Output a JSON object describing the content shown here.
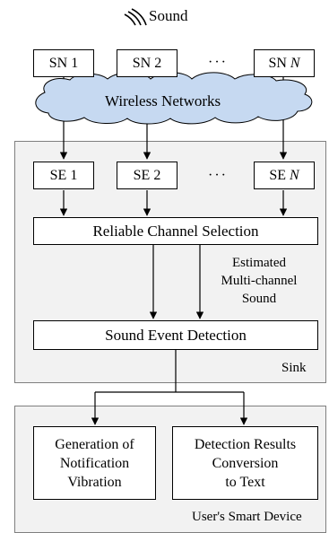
{
  "source_label": "Sound",
  "sensor_nodes": [
    "SN 1",
    "SN 2",
    "SN N"
  ],
  "ellipsis": "···",
  "network_label": "Wireless Networks",
  "sink": {
    "label": "Sink",
    "estimators": [
      "SE 1",
      "SE 2",
      "SE N"
    ],
    "channel_selection": "Reliable Channel Selection",
    "estimated_label": "Estimated\nMulti-channel\nSound",
    "event_detection": "Sound Event Detection"
  },
  "device": {
    "label": "User's Smart Device",
    "notification": "Generation of\nNotification\nVibration",
    "conversion": "Detection Results\nConversion\nto Text"
  },
  "colors": {
    "panel_fill": "#f2f2f2",
    "cloud_fill": "#c6d9f1"
  }
}
